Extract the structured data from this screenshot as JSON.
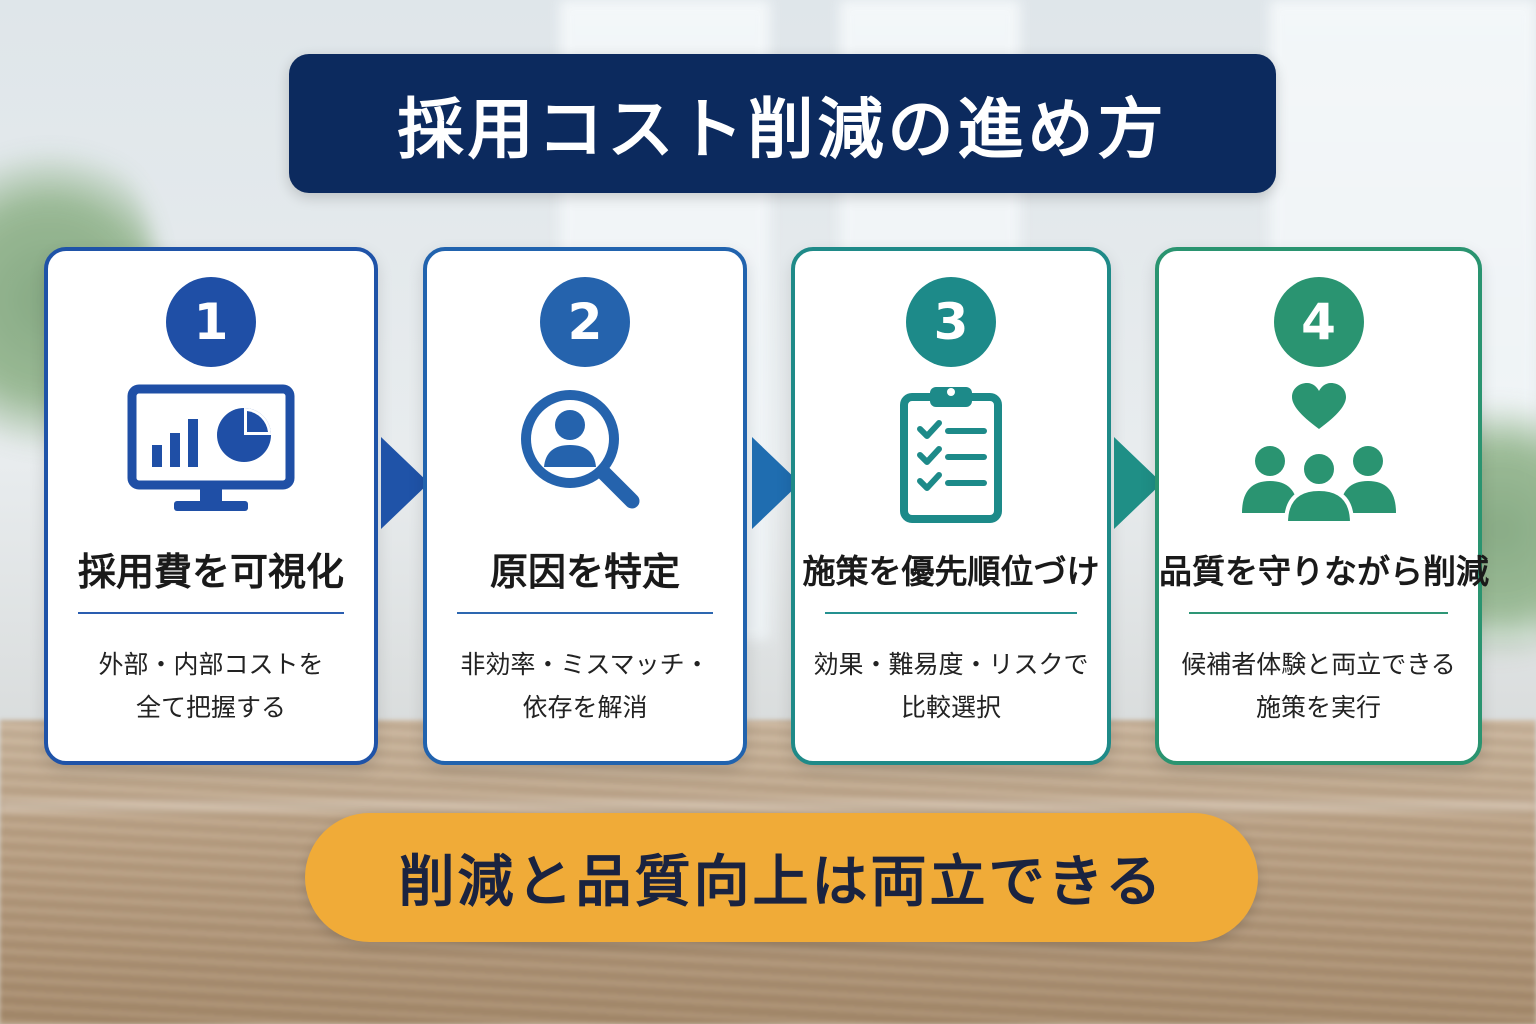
{
  "title": "採用コスト削減の進め方",
  "steps": [
    {
      "number": "1",
      "title": "採用費を可視化",
      "desc": [
        "外部・内部コストを",
        "全て把握する"
      ],
      "icon": "monitor-chart-icon",
      "color": "#1f4fa6"
    },
    {
      "number": "2",
      "title": "原因を特定",
      "desc": [
        "非効率・ミスマッチ・",
        "依存を解消"
      ],
      "icon": "magnifier-person-icon",
      "color": "#2563ad"
    },
    {
      "number": "3",
      "title": "施策を優先順位づけ",
      "desc": [
        "効果・難易度・リスクで",
        "比較選択"
      ],
      "icon": "clipboard-checklist-icon",
      "color": "#1d8a89"
    },
    {
      "number": "4",
      "title": "品質を守りながら削減",
      "desc": [
        "候補者体験と両立できる",
        "施策を実行"
      ],
      "icon": "people-heart-icon",
      "color": "#2a9471"
    }
  ],
  "footer": "削減と品質向上は両立できる"
}
